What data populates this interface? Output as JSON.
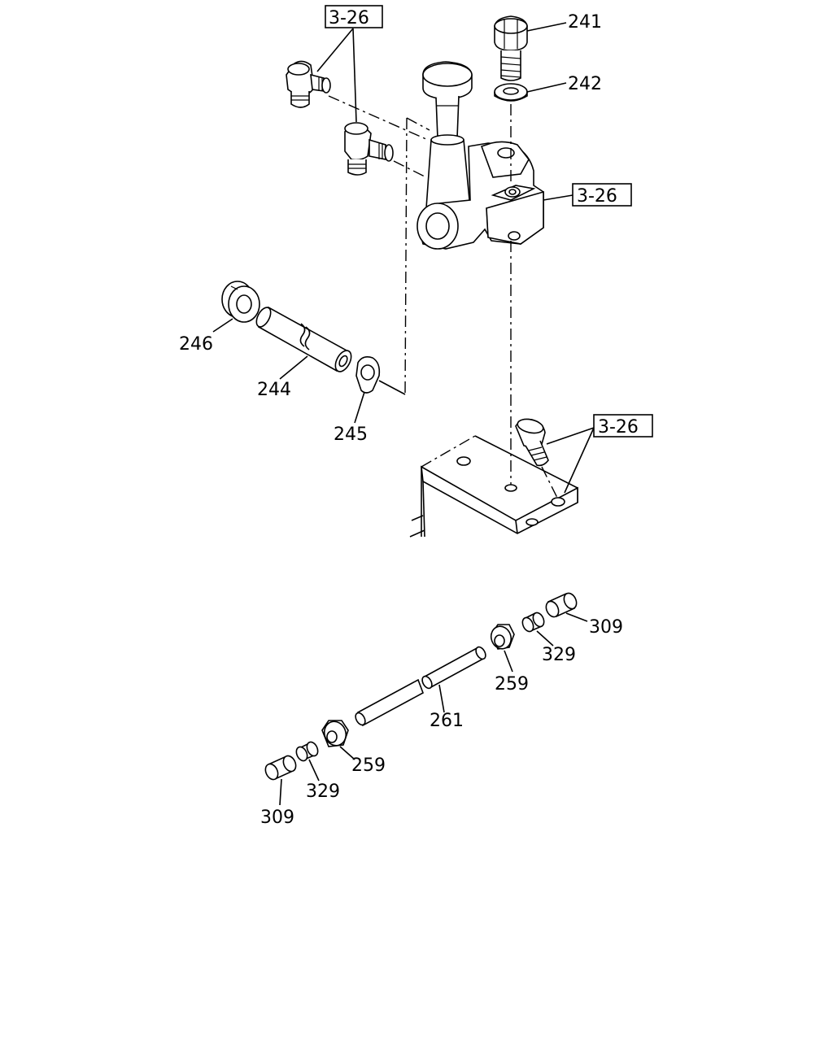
{
  "refs": {
    "ref_top_left": "3-26",
    "ref_body_right": "3-26",
    "ref_bracket": "3-26"
  },
  "parts": {
    "p241": "241",
    "p242": "242",
    "p246": "246",
    "p244": "244",
    "p245": "245",
    "p309_right": "309",
    "p329_right": "329",
    "p259_right": "259",
    "p261": "261",
    "p259_left": "259",
    "p329_left": "329",
    "p309_left": "309"
  }
}
